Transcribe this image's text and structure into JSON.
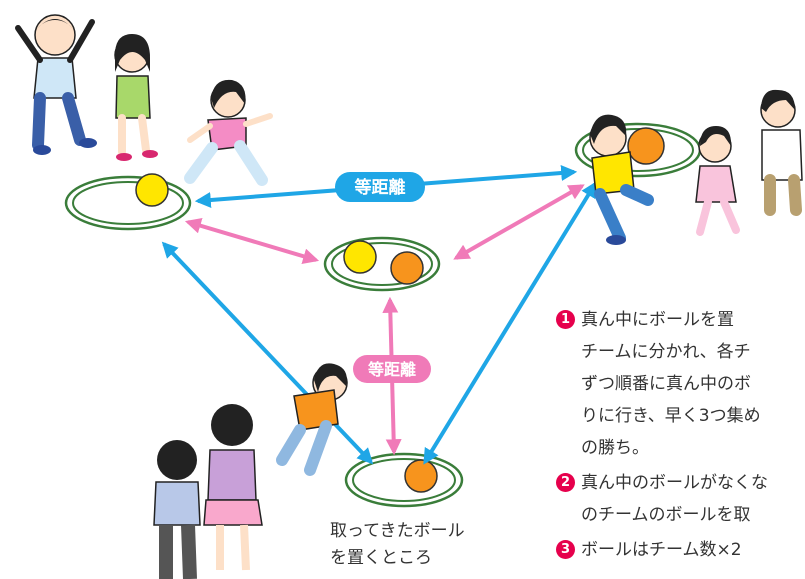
{
  "labels": {
    "equal_distance_top": "等距離",
    "equal_distance_middle": "等距離",
    "caption_line1": "取ってきたボール",
    "caption_line2": "を置くところ"
  },
  "rules": [
    {
      "number": "1",
      "lines": [
        "真ん中にボールを置",
        "チームに分かれ、各チ",
        "ずつ順番に真ん中のボ",
        "りに行き、早く3つ集め",
        "の勝ち。"
      ]
    },
    {
      "number": "2",
      "lines": [
        "真ん中のボールがなくな",
        "のチームのボールを取"
      ]
    },
    {
      "number": "3",
      "lines": [
        "ボールはチーム数×2",
        ""
      ]
    }
  ],
  "colors": {
    "blue_arrow": "#1fa6e6",
    "pink_arrow": "#f07ab8",
    "hoop": "#3a7d3a",
    "ball_yellow": "#ffe600",
    "ball_orange": "#f7941d",
    "rule_number": "#e6004c"
  }
}
